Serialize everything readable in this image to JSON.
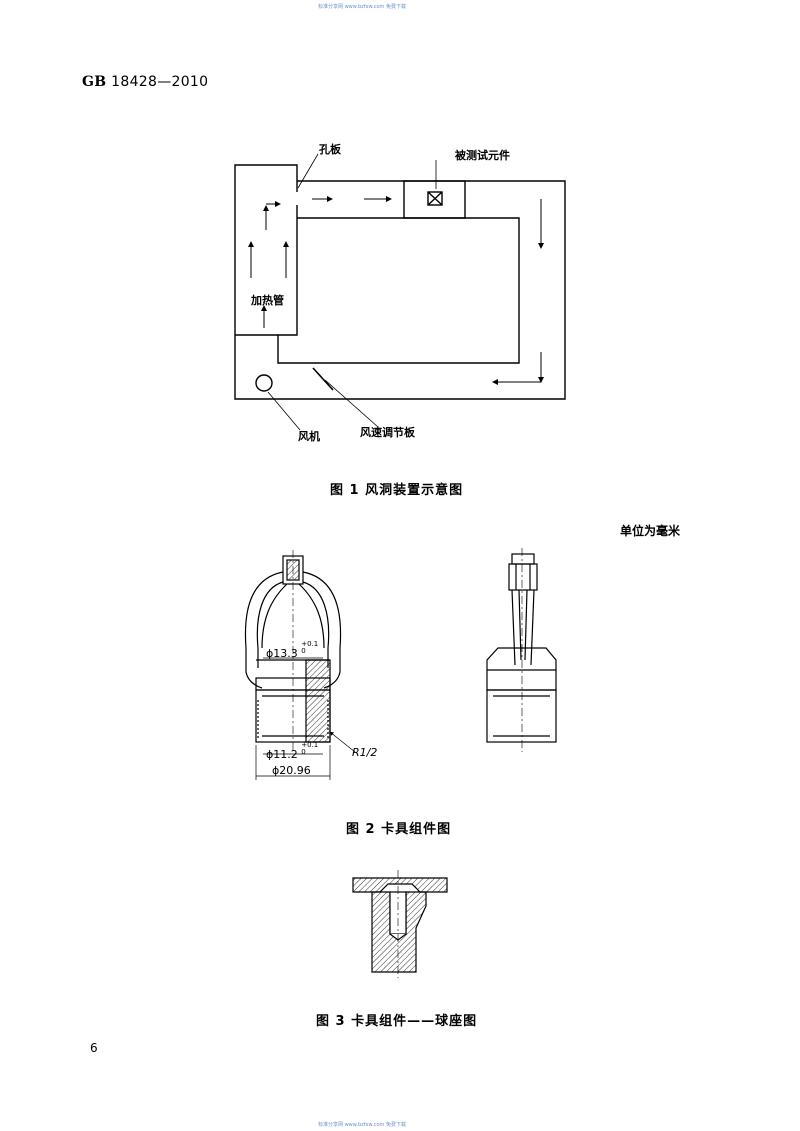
{
  "watermark": {
    "top": "标准分享网 www.bzfxw.com 免费下载",
    "bottom": "标准分享网 www.bzfxw.com 免费下载"
  },
  "header": {
    "code": "GB",
    "number": "18428—2010"
  },
  "figure1": {
    "caption": "图 1   风洞装置示意图",
    "labels": {
      "orifice_plate": "孔板",
      "test_element": "被测试元件",
      "heating_tube": "加热管",
      "fan": "风机",
      "speed_plate": "风速调节板"
    }
  },
  "unit_note": "单位为毫米",
  "figure2": {
    "caption": "图 2   卡具组件图",
    "dims": {
      "d1_main": "ϕ13.3",
      "d1_tol_upper": "+0.1",
      "d1_tol_lower": "0",
      "d2_main": "ϕ11.2",
      "d2_tol_upper": "+0.1",
      "d2_tol_lower": "0",
      "d3": "ϕ20.96",
      "thread": "R1/2"
    }
  },
  "figure3": {
    "caption": "图 3   卡具组件——球座图"
  },
  "page_number": "6"
}
